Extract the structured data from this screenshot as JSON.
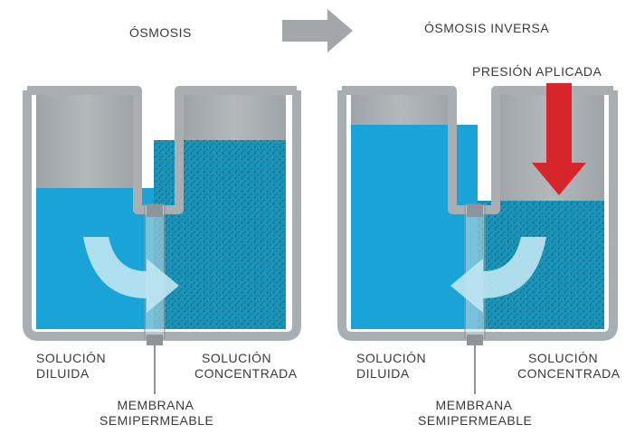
{
  "titles": {
    "left": "ÓSMOSIS",
    "right": "ÓSMOSIS INVERSA"
  },
  "annotations": {
    "applied_pressure": "PRESIÓN APLICADA"
  },
  "left_panel": {
    "dilute_line1": "SOLUCIÓN",
    "dilute_line2": "DILUIDA",
    "concentrated_line1": "SOLUCIÓN",
    "concentrated_line2": "CONCENTRADA",
    "membrane_line1": "MEMBRANA",
    "membrane_line2": "SEMIPERMEABLE"
  },
  "right_panel": {
    "dilute_line1": "SOLUCIÓN",
    "dilute_line2": "DILUIDA",
    "concentrated_line1": "SOLUCIÓN",
    "concentrated_line2": "CONCENTRADA",
    "membrane_line1": "MEMBRANA",
    "membrane_line2": "SEMIPERMEABLE"
  },
  "colors": {
    "frame": "#a9aeb2",
    "piston": "#9aa0a4",
    "dilute": "#1aa3d6",
    "concentrated": "#1b8fb0",
    "pressure_arrow": "#d7262b",
    "flow_arrow": "#bfe6f2",
    "transition_arrow": "#a3a7aa"
  }
}
